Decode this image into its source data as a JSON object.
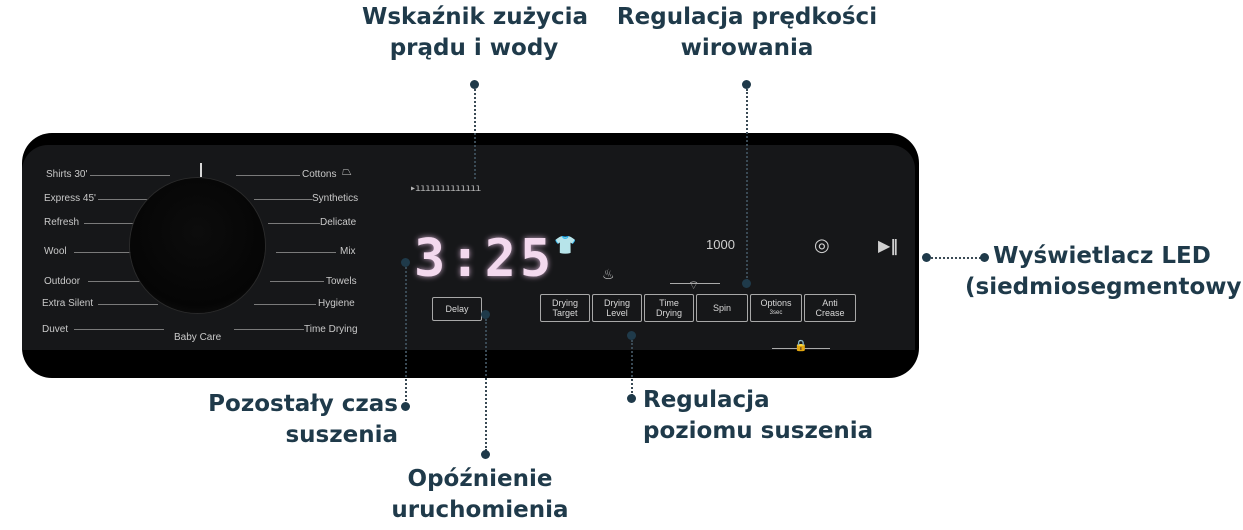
{
  "callouts": {
    "energy": [
      "Wskaźnik zużycia",
      "prądu i wody"
    ],
    "spin": [
      "Regulacja prędkości",
      "wirowania"
    ],
    "led": [
      "Wyświetlacz LED",
      "(siedmiosegmentowy)"
    ],
    "remaining": [
      "Pozostały czas",
      "suszenia"
    ],
    "delay": [
      "Opóźnienie",
      "uruchomienia"
    ],
    "drying_level": [
      "Regulacja",
      "poziomu suszenia"
    ]
  },
  "panel": {
    "programs_left": [
      "Shirts 30'",
      "Express 45'",
      "Refresh",
      "Wool",
      "Outdoor",
      "Extra Silent",
      "Duvet"
    ],
    "programs_right": [
      "Cottons",
      "Synthetics",
      "Delicate",
      "Mix",
      "Towels",
      "Hygiene",
      "Time Drying"
    ],
    "program_bottom": "Baby Care",
    "display_time": "3:25",
    "spin_value": "1000",
    "delay_label": "Delay",
    "buttons": [
      [
        "Drying",
        "Target"
      ],
      [
        "Drying",
        "Level"
      ],
      [
        "Time",
        "Drying"
      ],
      [
        "Spin",
        ""
      ],
      [
        "Options",
        "3sec"
      ],
      [
        "Anti",
        "Crease"
      ]
    ]
  },
  "icons": {
    "shirt": "shirt-icon",
    "steam": "steam-icon",
    "wifi": "wifi-icon",
    "remote": "remote-icon",
    "play_pause": "play-pause-icon",
    "lock": "child-lock-icon",
    "cottons_tag": "cottons-tag-icon"
  },
  "colors": {
    "callout_text": "#1f3a4a",
    "panel": "#000000",
    "segment_led": "#f3d9ee"
  }
}
